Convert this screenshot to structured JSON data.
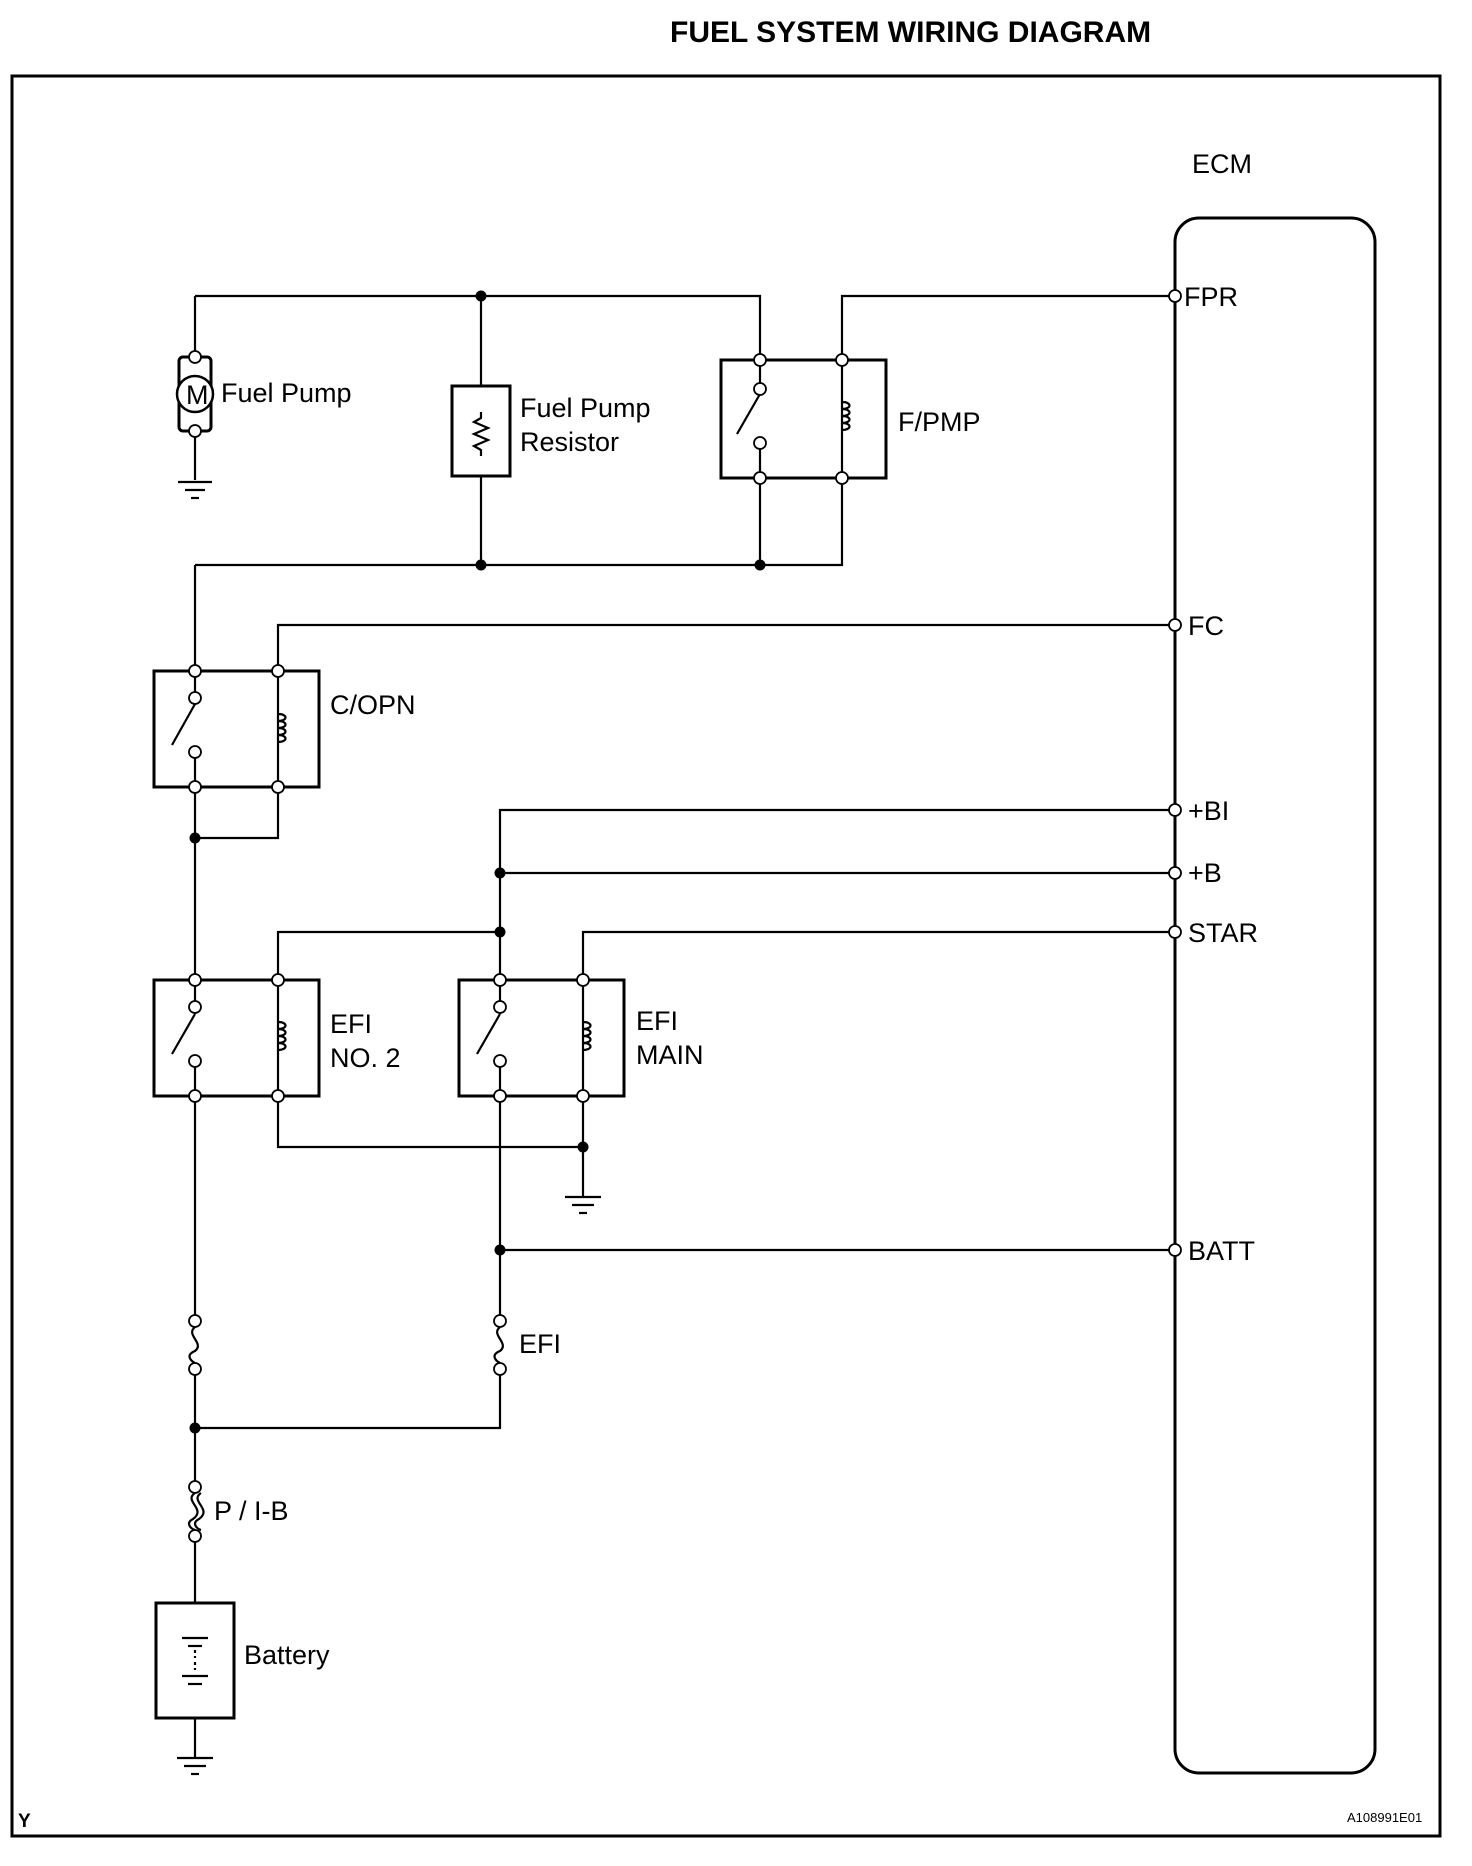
{
  "title": "FUEL SYSTEM WIRING DIAGRAM",
  "ecm": {
    "name": "ECM",
    "pins": [
      "FPR",
      "FC",
      "+BI",
      "+B",
      "STAR",
      "BATT"
    ]
  },
  "components": {
    "fuel_pump": "Fuel Pump",
    "motor_symbol": "M",
    "resistor_line1": "Fuel Pump",
    "resistor_line2": "Resistor",
    "relay_fpmp": "F/PMP",
    "relay_copn": "C/OPN",
    "relay_efi_no2_line1": "EFI",
    "relay_efi_no2_line2": "NO. 2",
    "relay_efi_main_line1": "EFI",
    "relay_efi_main_line2": "MAIN",
    "fuse_efi": "EFI",
    "fusible_link": "P / I-B",
    "battery": "Battery"
  },
  "footer": {
    "corner_mark": "Y",
    "figure_code": "A108991E01"
  }
}
